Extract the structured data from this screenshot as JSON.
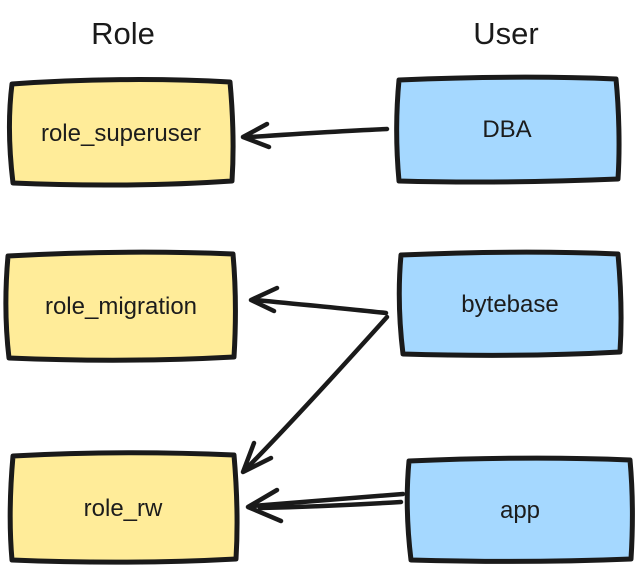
{
  "diagram": {
    "columns": {
      "role_title": "Role",
      "user_title": "User"
    },
    "colors": {
      "role_fill": "#FFEC99",
      "user_fill": "#A5D8FF",
      "stroke": "#1A1A1A",
      "background": "#FFFFFF"
    },
    "roles": [
      {
        "label": "role_superuser"
      },
      {
        "label": "role_migration"
      },
      {
        "label": "role_rw"
      }
    ],
    "users": [
      {
        "label": "DBA"
      },
      {
        "label": "bytebase"
      },
      {
        "label": "app"
      }
    ],
    "edges": [
      {
        "from": "DBA",
        "to": "role_superuser"
      },
      {
        "from": "bytebase",
        "to": "role_migration"
      },
      {
        "from": "bytebase",
        "to": "role_rw"
      },
      {
        "from": "app",
        "to": "role_rw"
      }
    ]
  }
}
